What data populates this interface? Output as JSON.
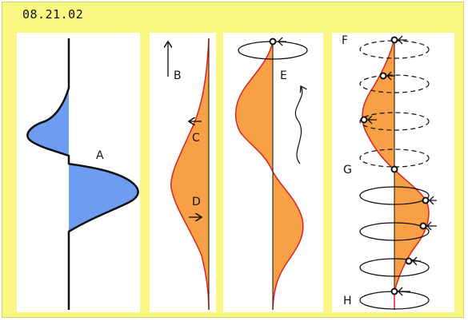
{
  "header": {
    "date": "08.21.02"
  },
  "colors": {
    "background": "#fbf783",
    "panel": "#ffffff",
    "blue_fill": "#6d9cf0",
    "orange_fill": "#f8a046",
    "red_line": "#e02020",
    "ink": "#111111"
  },
  "panels": [
    {
      "id": "panel-1",
      "labels": [
        "A"
      ]
    },
    {
      "id": "panel-2",
      "labels": [
        "B",
        "C",
        "D"
      ]
    },
    {
      "id": "panel-3",
      "labels": [
        "E"
      ]
    },
    {
      "id": "panel-4",
      "labels": [
        "F",
        "G",
        "H"
      ]
    }
  ]
}
